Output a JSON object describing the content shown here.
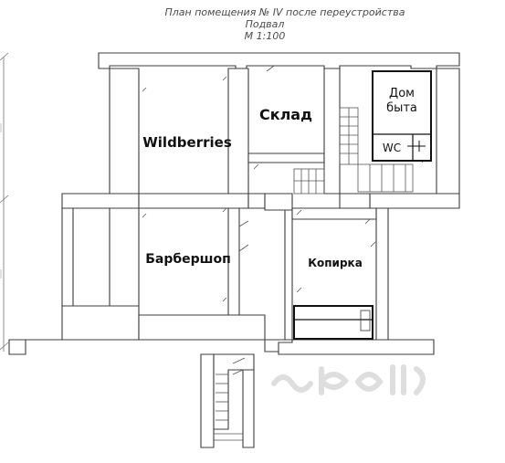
{
  "header": {
    "line1": "План помещения № IV после переустройства",
    "line2": "Подвал",
    "line3": "М 1:100"
  },
  "rooms": {
    "wildberries": "Wildberries",
    "sklad": "Склад",
    "dom_byta_1": "Дом",
    "dom_byta_2": "быта",
    "wc": "WC",
    "barbershop": "Барбершоп",
    "kopirka": "Копирка"
  },
  "colors": {
    "wall": "#3c3c3c",
    "highlight": "#111111",
    "watermark": "#d7d7d7"
  }
}
